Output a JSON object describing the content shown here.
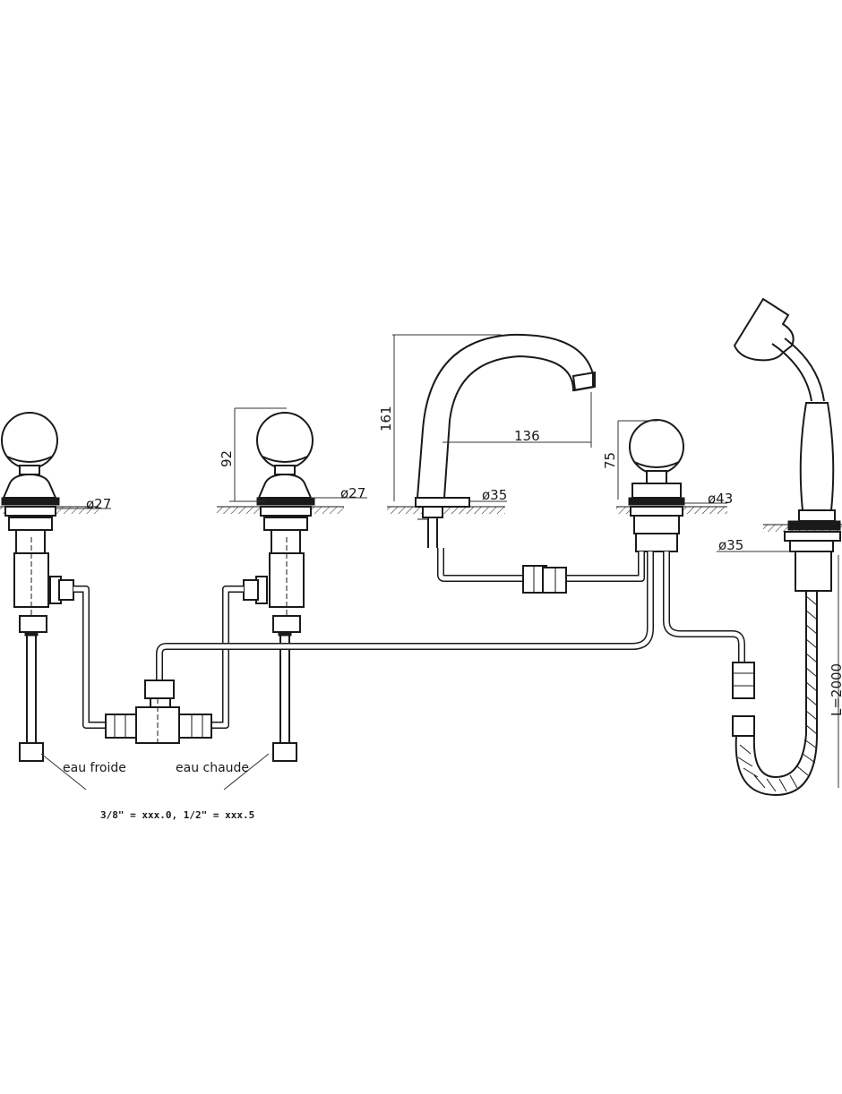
{
  "dimensions": {
    "d27_left": "ø27",
    "d27_mid": "ø27",
    "h92": "92",
    "h161": "161",
    "w136": "136",
    "d35_spout": "ø35",
    "h75": "75",
    "d43": "ø43",
    "d35_shower": "ø35",
    "hose_length": "L=2000"
  },
  "labels": {
    "cold": "eau froide",
    "hot": "eau chaude",
    "connections": "3/8\" = xxx.0, 1/2\" = xxx.5"
  }
}
